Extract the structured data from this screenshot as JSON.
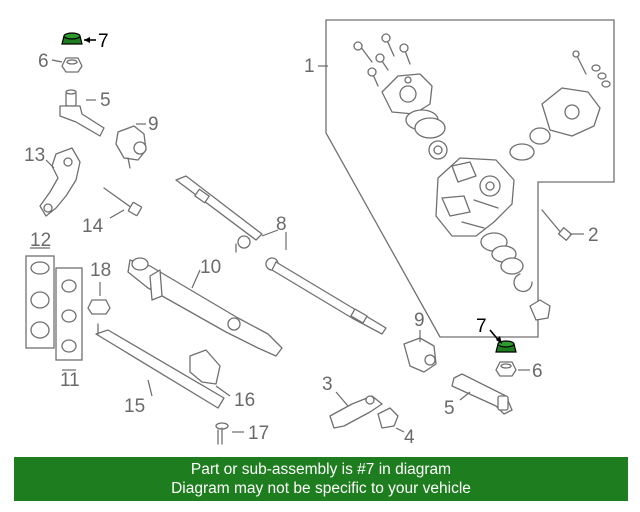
{
  "callouts": {
    "c1": "1",
    "c2": "2",
    "c3": "3",
    "c4": "4",
    "c5a": "5",
    "c5b": "5",
    "c6a": "6",
    "c6b": "6",
    "c7a": "7",
    "c7b": "7",
    "c8": "8",
    "c9a": "9",
    "c9b": "9",
    "c10": "10",
    "c11": "11",
    "c12": "12",
    "c13": "13",
    "c14": "14",
    "c15": "15",
    "c16": "16",
    "c17": "17",
    "c18": "18"
  },
  "colors": {
    "highlight": "#1e7d1e",
    "banner_bg": "#1e7d1e",
    "banner_text": "#ffffff",
    "line": "#707070"
  },
  "banner": {
    "line1": "Part or sub-assembly is #7 in diagram",
    "line2": "Diagram may not be specific to your vehicle"
  }
}
